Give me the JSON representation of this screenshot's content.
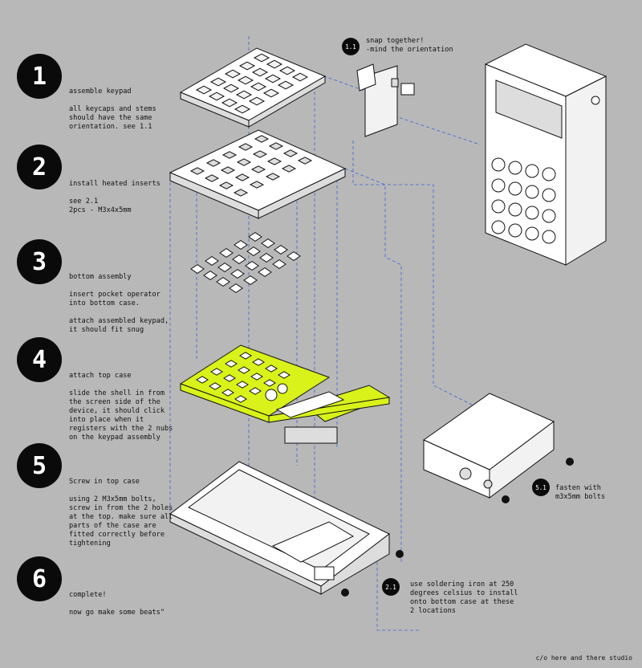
{
  "steps": [
    {
      "num": "1",
      "title": "assemble keypad",
      "body": "all keycaps and stems\nshould have the same\norientation. see 1.1"
    },
    {
      "num": "2",
      "title": "install heated inserts",
      "body": "see 2.1\n2pcs - M3x4x5mm"
    },
    {
      "num": "3",
      "title": "bottom assembly",
      "body": "insert pocket operator\ninto bottom case.\n\nattach assembled keypad,\nit should fit snug"
    },
    {
      "num": "4",
      "title": "attach top case",
      "body": "slide the shell in from\nthe screen side of the\ndevice, it should click\ninto place when it\nregisters with the 2 nubs\non the keypad assembly"
    },
    {
      "num": "5",
      "title": "Screw in top case",
      "body": "using 2 M3x5mm bolts,\nscrew in from the 2 holes\nat the top. make sure all\nparts of the case are\nfitted correctly before\ntightening"
    },
    {
      "num": "6",
      "title": "complete!",
      "body": "now go make some beats\""
    }
  ],
  "callouts": [
    {
      "num": "1.1",
      "text": "snap together!\n-mind the orientation"
    },
    {
      "num": "2.1",
      "text": "use soldering iron at 250\ndegrees celsius to install\nonto bottom case at these\n2 locations"
    },
    {
      "num": "5.1",
      "text": "fasten with\nm3x5mm bolts"
    }
  ],
  "credit": "c/o here and there studio",
  "colors": {
    "background": "#b8b8b8",
    "accent": "#d8f21a",
    "ink": "#0a0a0a"
  }
}
